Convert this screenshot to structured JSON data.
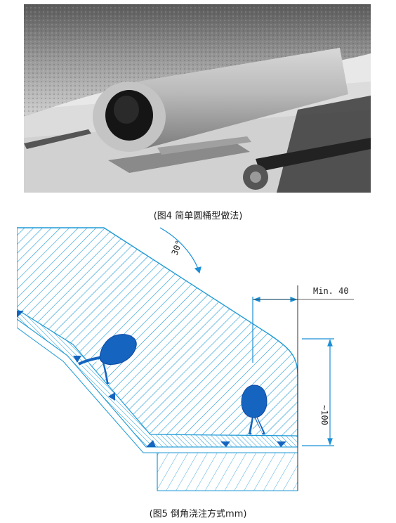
{
  "figures": [
    {
      "caption": "(图4 简单圆桶型做法)"
    },
    {
      "caption": "(图5 倒角浇注方式mm)",
      "annotations": {
        "angle": "30°",
        "min_width": "Min. 40",
        "depth": "~100"
      }
    }
  ],
  "colors": {
    "hatch": "#1f9ad6",
    "anchor": "#1565c0",
    "dimension": "#1a8fd6"
  }
}
